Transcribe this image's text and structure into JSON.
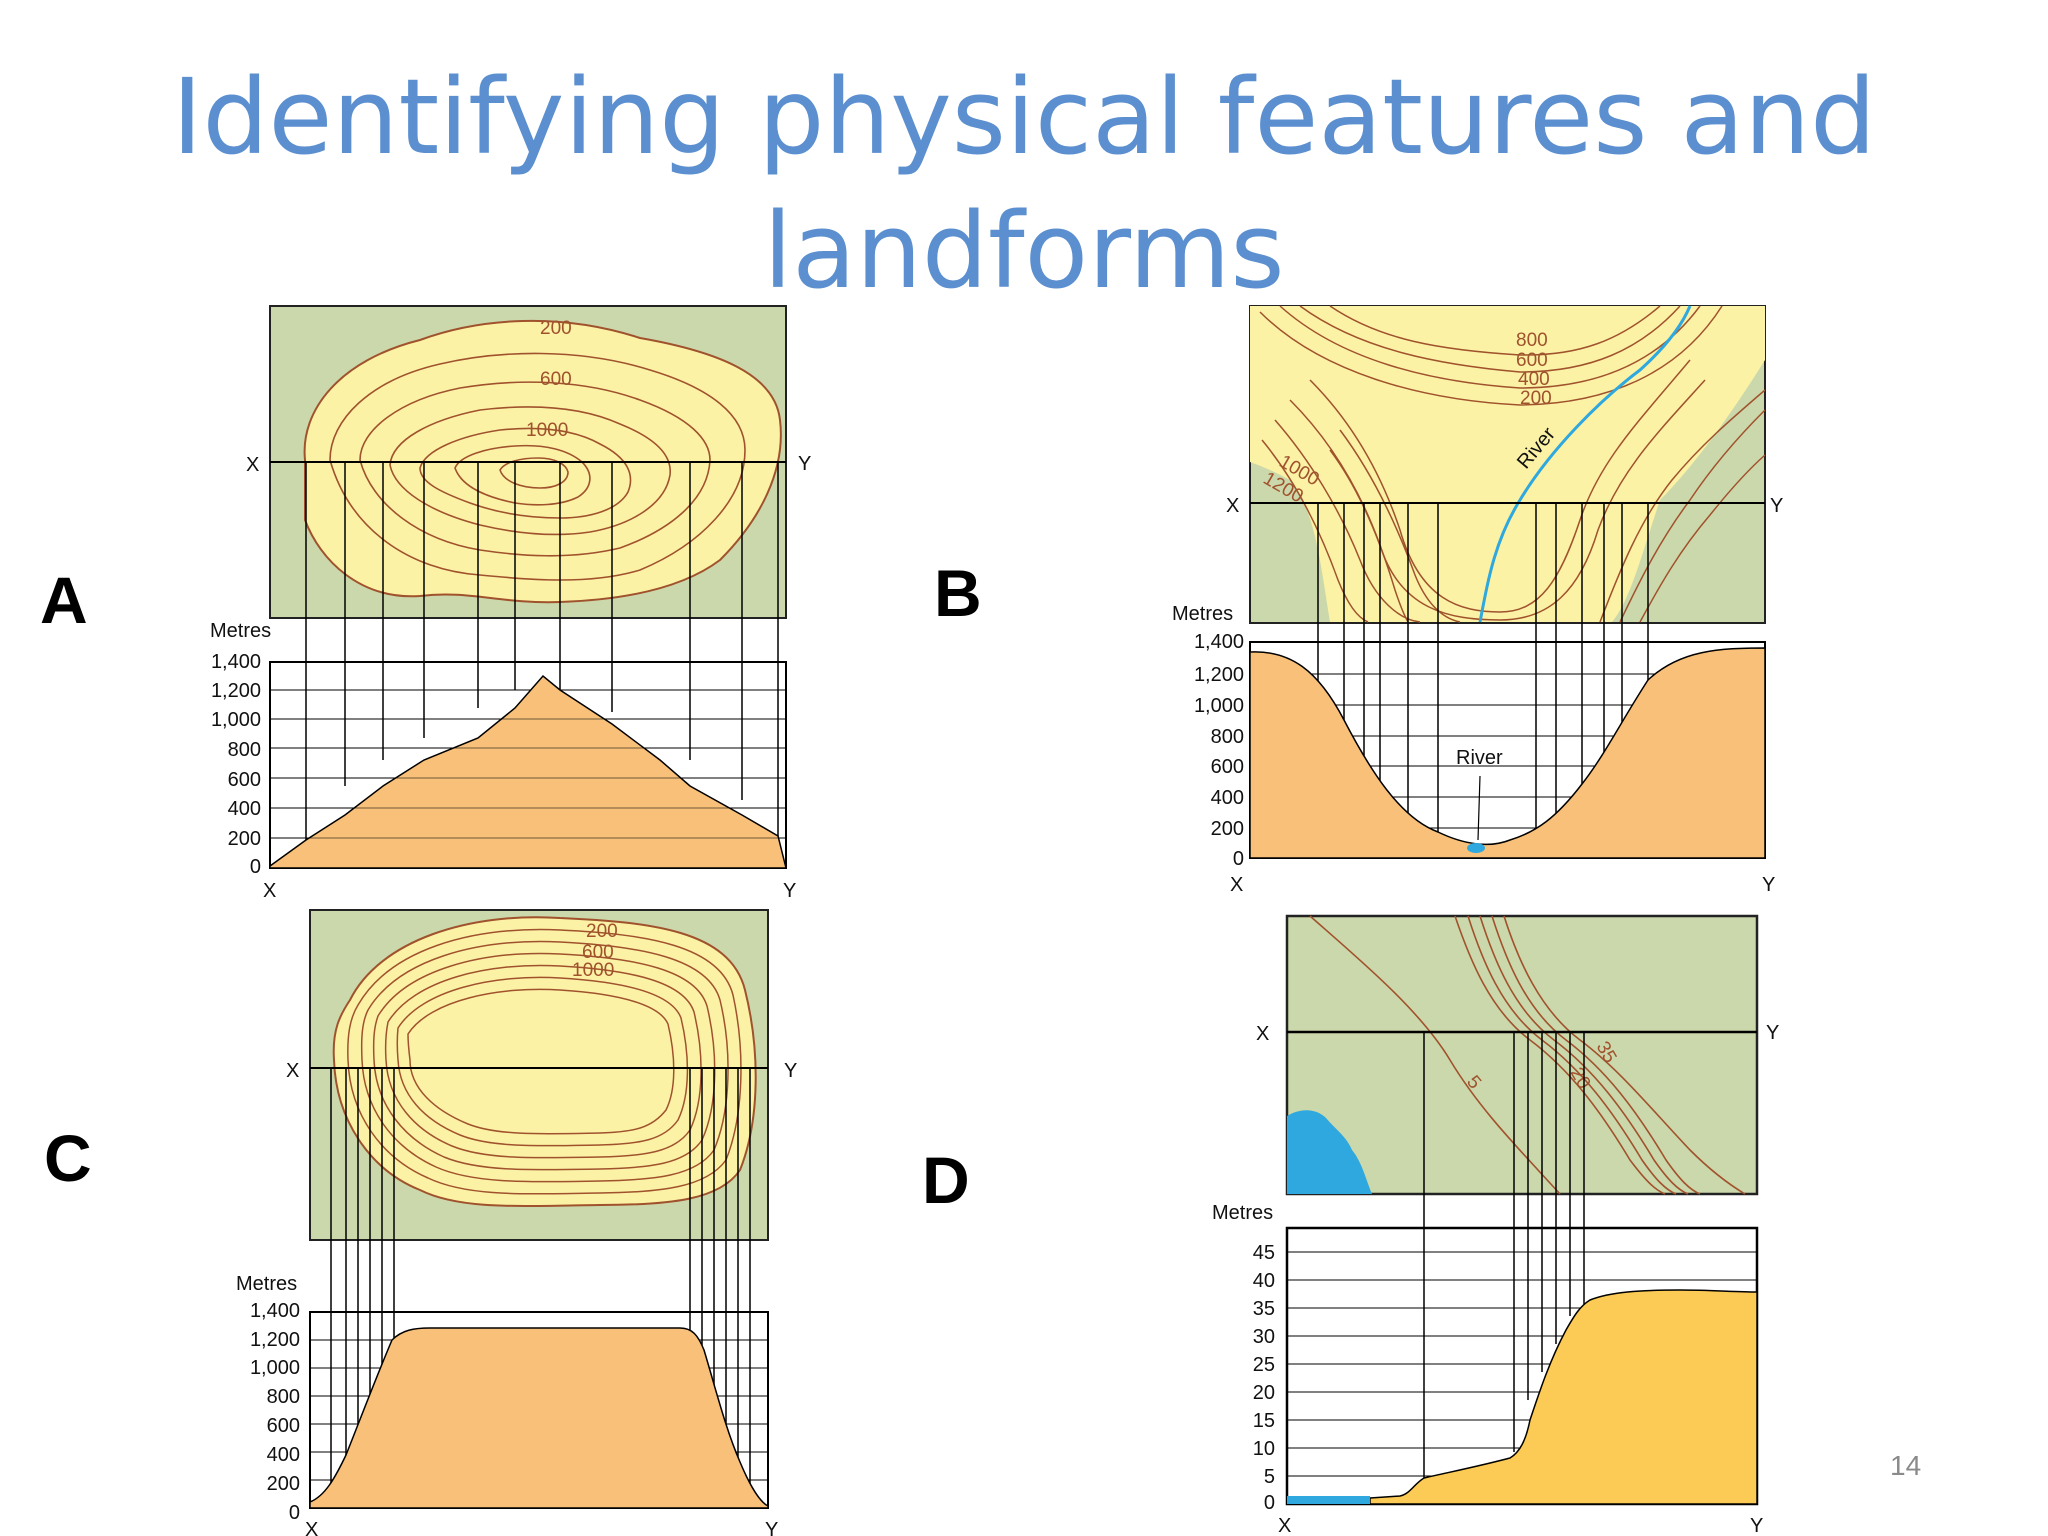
{
  "slide": {
    "title_line1": "Identifying physical features and",
    "title_line2": "landforms",
    "page_number": "14"
  },
  "panels": [
    {
      "letter": "A",
      "y_axis_label": "Metres",
      "ticks": [
        "1,400",
        "1,200",
        "1,000",
        "800",
        "600",
        "400",
        "200",
        "0"
      ],
      "x_label": "X",
      "y_label": "Y",
      "contour_labels": [
        "200",
        "600",
        "1000"
      ]
    },
    {
      "letter": "B",
      "y_axis_label": "Metres",
      "ticks": [
        "1,400",
        "1,200",
        "1,000",
        "800",
        "600",
        "400",
        "200",
        "0"
      ],
      "x_label": "X",
      "y_label": "Y",
      "contour_labels": [
        "800",
        "600",
        "400",
        "200",
        "1000",
        "1200"
      ],
      "river_label": "River"
    },
    {
      "letter": "C",
      "y_axis_label": "Metres",
      "ticks": [
        "1,400",
        "1,200",
        "1,000",
        "800",
        "600",
        "400",
        "200",
        "0"
      ],
      "x_label": "X",
      "y_label": "Y",
      "contour_labels": [
        "200",
        "600",
        "1000"
      ]
    },
    {
      "letter": "D",
      "y_axis_label": "Metres",
      "ticks": [
        "45",
        "40",
        "35",
        "30",
        "25",
        "20",
        "15",
        "10",
        "5",
        "0"
      ],
      "x_label": "X",
      "y_label": "Y",
      "contour_labels": [
        "5",
        "20",
        "35"
      ]
    }
  ],
  "colors": {
    "title": "#5b8fcf",
    "map_bg": "#cbd8ab",
    "land": "#fbf2a6",
    "contour": "#a0522d",
    "profile_fill": "#f9c07a",
    "profile_fill_d": "#fccb55",
    "water": "#2ea8de"
  }
}
